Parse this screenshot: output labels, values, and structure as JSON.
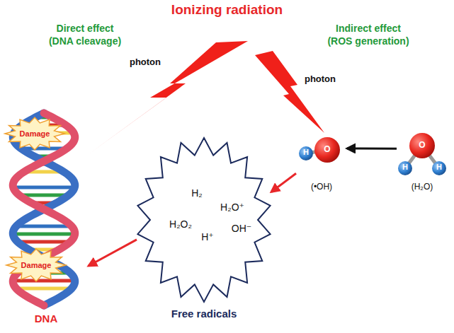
{
  "diagram": {
    "title": "Ionizing radiation",
    "nodes": [
      {
        "text": [
          "DNA"
        ]
      },
      {
        "text": [
          "Damage"
        ],
        "in": 0
      },
      {
        "text": [
          "Damage"
        ],
        "in": 0
      },
      {
        "text": [
          "H₂",
          "H₂O⁺",
          "H₂O₂",
          "H⁺",
          "OH⁻",
          "Free radicals"
        ]
      },
      {
        "text": [
          "(•OH)"
        ]
      },
      {
        "text": [
          "(H₂O)"
        ]
      }
    ],
    "edges": [
      {
        "from": 5,
        "to": 4,
        "arrow": "to"
      },
      {
        "from": 4,
        "to": 3,
        "arrow": "to"
      },
      {
        "from": 3,
        "to": 0,
        "arrow": "to"
      }
    ],
    "labels": [
      "Direct effect",
      "(DNA cleavage)",
      "Indirect effect",
      "(ROS generation)",
      "photon",
      "photon",
      "H",
      "O",
      "O",
      "H",
      "H"
    ]
  }
}
